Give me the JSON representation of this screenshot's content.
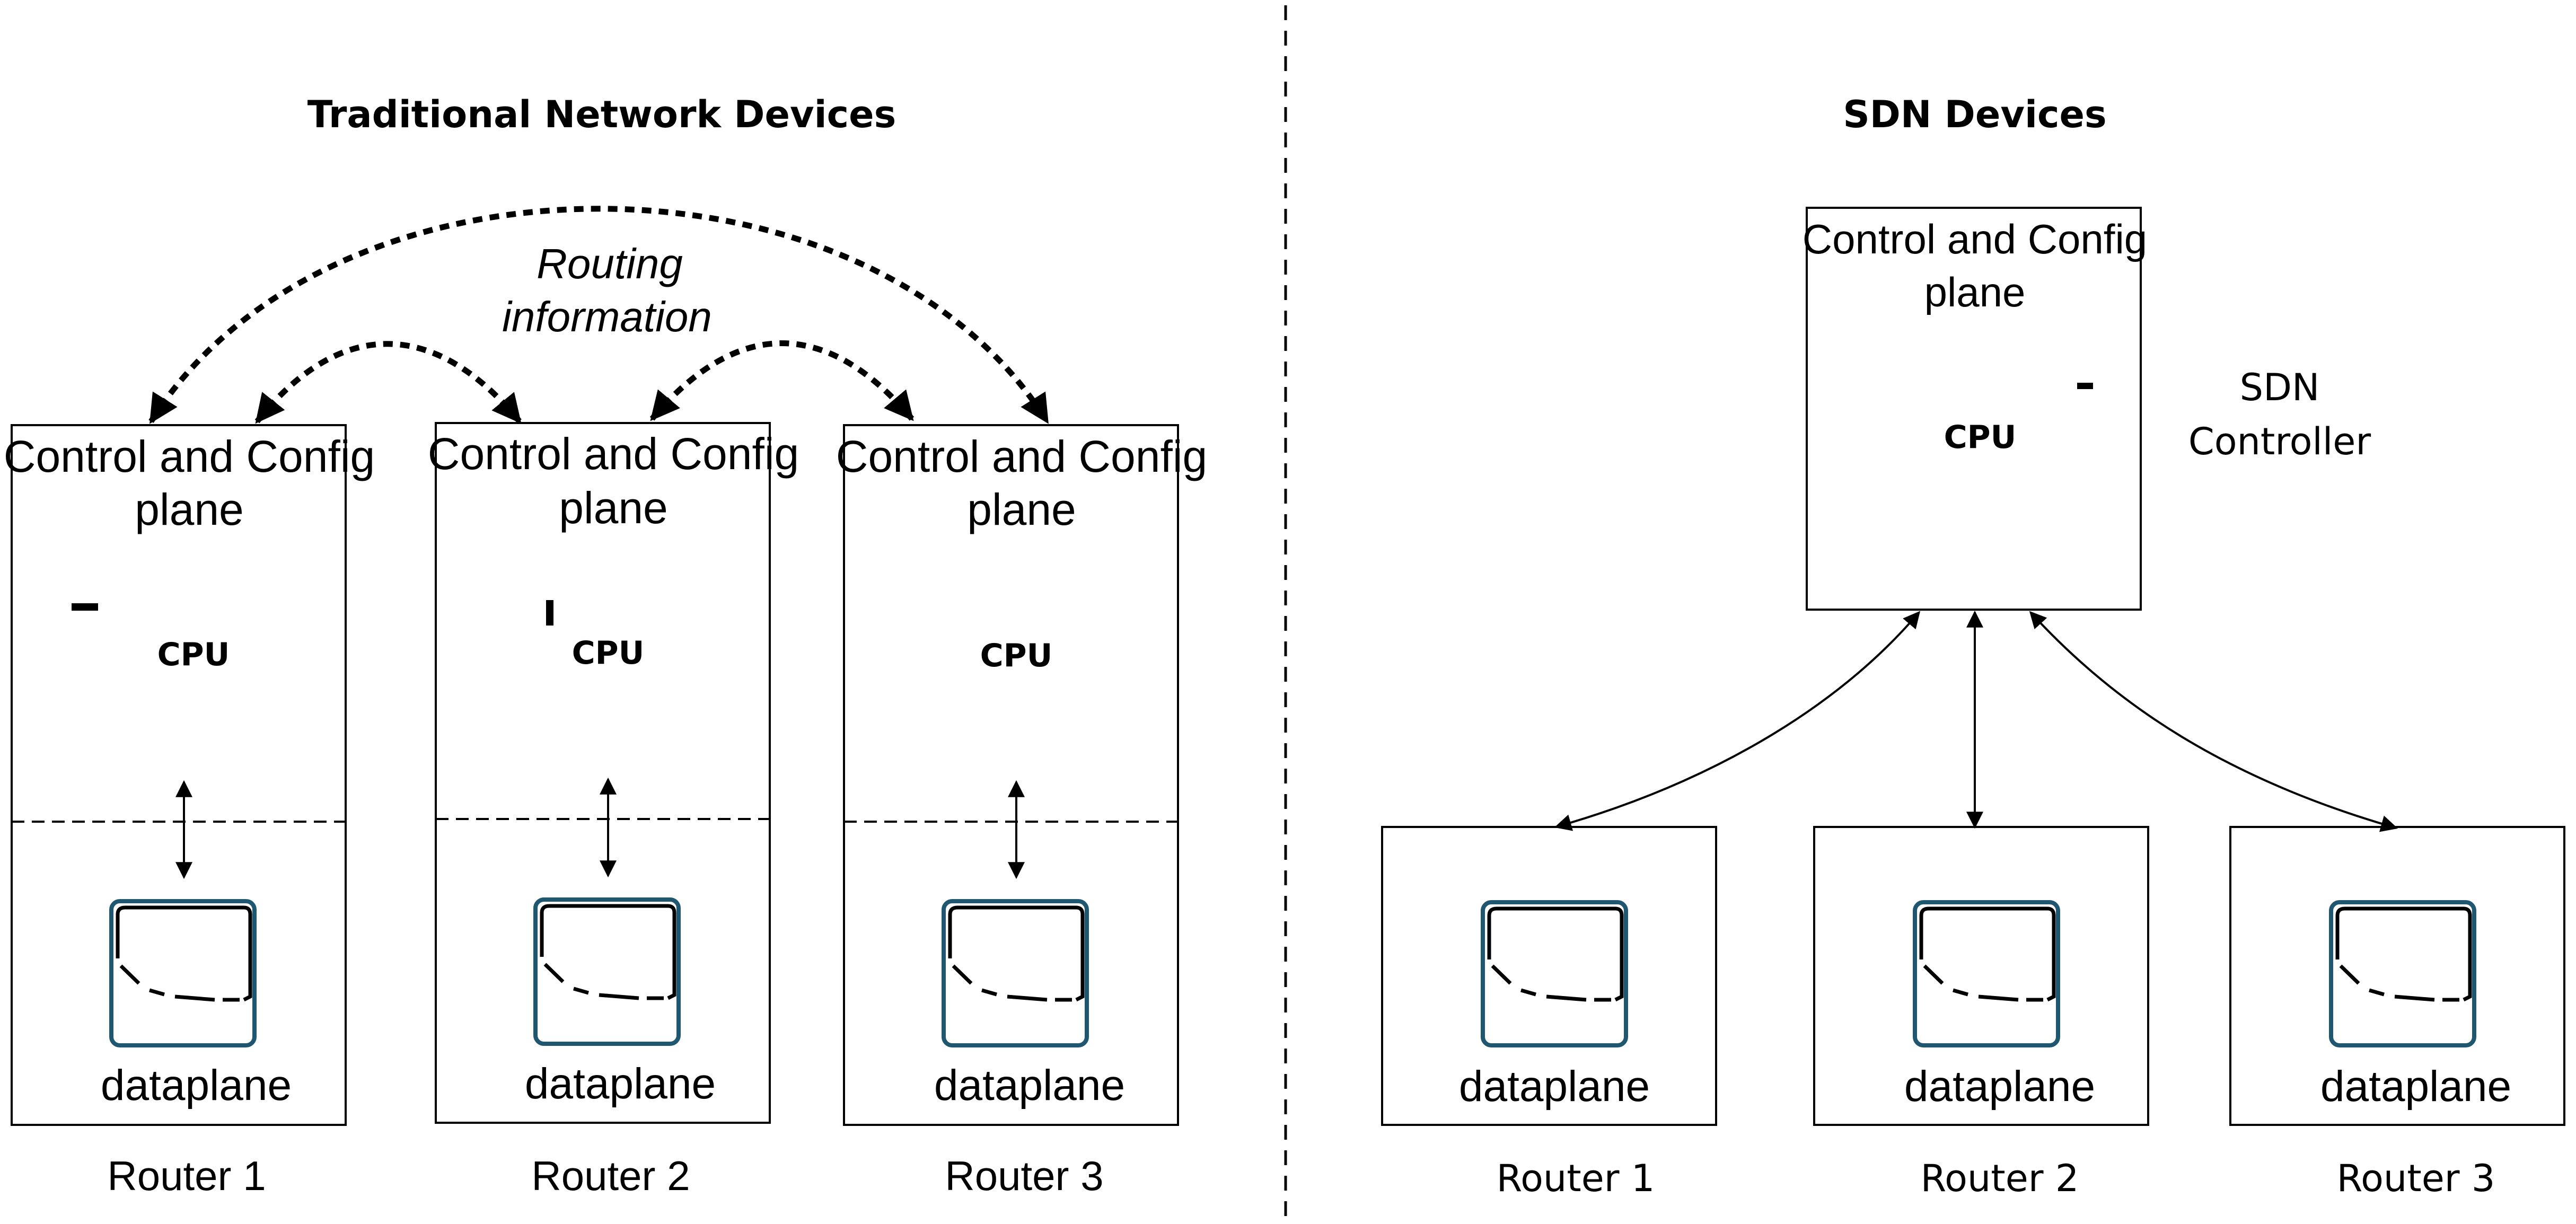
{
  "traditional": {
    "title": "Traditional Network Devices",
    "routing_label_line1": "Routing",
    "routing_label_line2": "information",
    "routers": [
      {
        "plane_line1": "Control and Config",
        "plane_line2": "plane",
        "cpu": "CPU",
        "dataplane": "dataplane",
        "label": "Router 1"
      },
      {
        "plane_line1": "Control and Config",
        "plane_line2": "plane",
        "cpu": "CPU",
        "dataplane": "dataplane",
        "label": "Router 2"
      },
      {
        "plane_line1": "Control and Config",
        "plane_line2": "plane",
        "cpu": "CPU",
        "dataplane": "dataplane",
        "label": "Router 3"
      }
    ]
  },
  "sdn": {
    "title": "SDN Devices",
    "controller": {
      "plane_line1": "Control and Config",
      "plane_line2": "plane",
      "cpu": "CPU",
      "label_line1": "SDN",
      "label_line2": "Controller"
    },
    "routers": [
      {
        "dataplane": "dataplane",
        "label": "Router 1"
      },
      {
        "dataplane": "dataplane",
        "label": "Router 2"
      },
      {
        "dataplane": "dataplane",
        "label": "Router 3"
      }
    ]
  },
  "colors": {
    "stroke": "#000000",
    "chip": "#1f5670",
    "background": "#ffffff"
  }
}
